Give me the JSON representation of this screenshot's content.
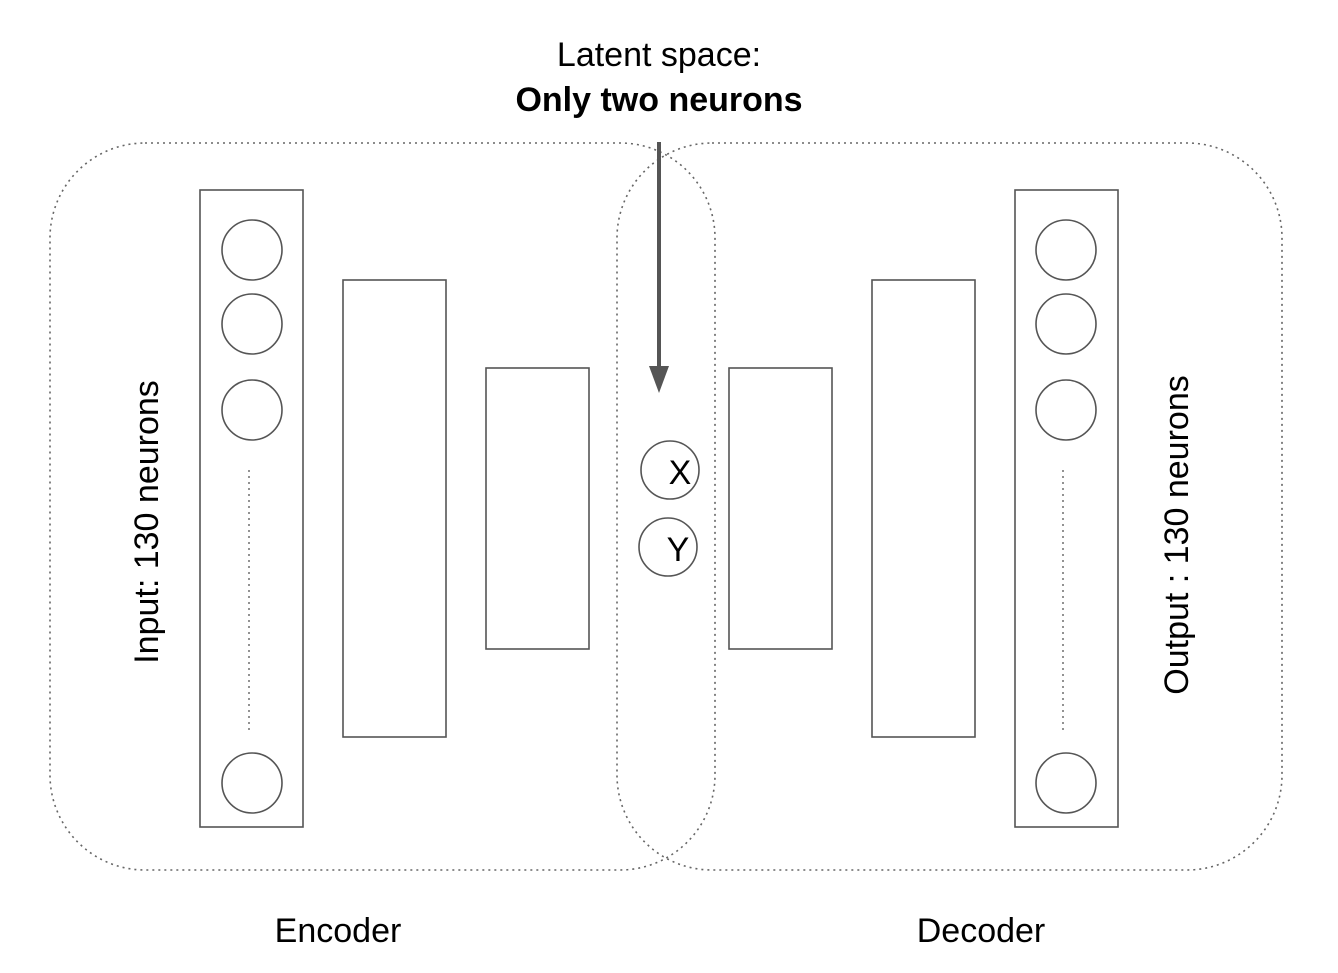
{
  "title": {
    "line1": "Latent space:",
    "line2": "Only two neurons"
  },
  "encoder": {
    "label": "Encoder",
    "input_label": "Input: 130 neurons"
  },
  "decoder": {
    "label": "Decoder",
    "output_label": "Output : 130 neurons"
  },
  "latent": {
    "neuron_x": "X",
    "neuron_y": "Y"
  },
  "colors": {
    "stroke": "#555555",
    "dotted_region": "#666666",
    "text": "#000000"
  }
}
